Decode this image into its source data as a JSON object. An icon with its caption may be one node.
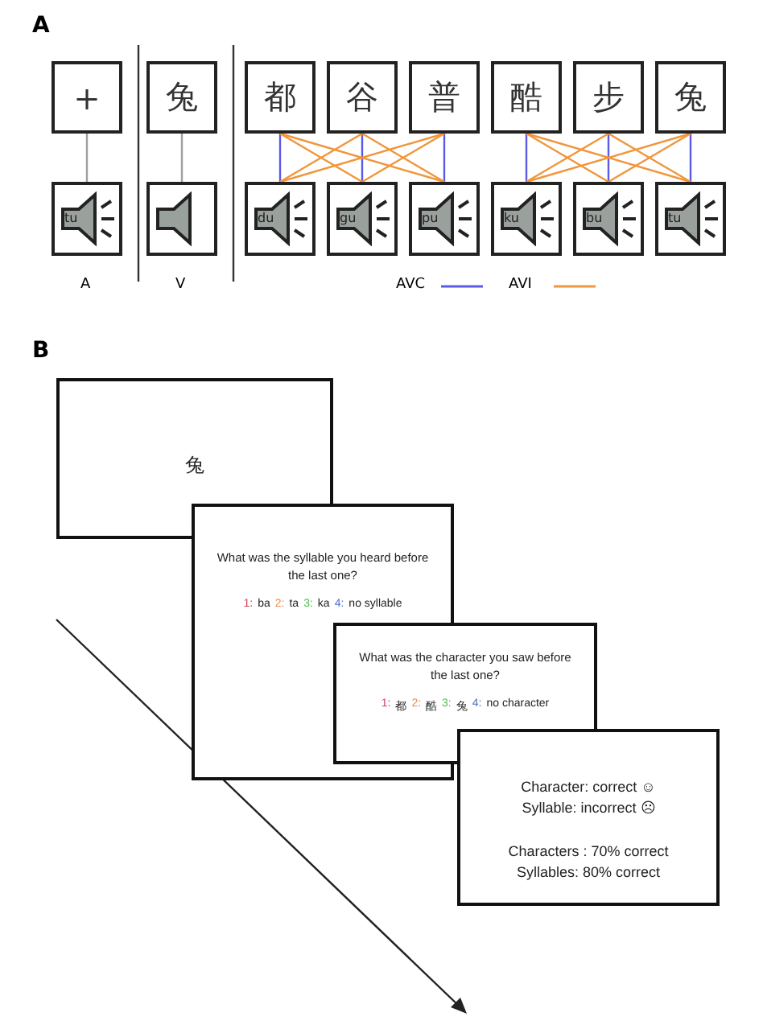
{
  "diagram": {
    "nodes": [
      {
        "text": [
          "+"
        ]
      },
      {
        "text": [
          "兔"
        ]
      },
      {
        "text": [
          "都"
        ]
      },
      {
        "text": [
          "谷"
        ]
      },
      {
        "text": [
          "普"
        ]
      },
      {
        "text": [
          "酷"
        ]
      },
      {
        "text": [
          "步"
        ]
      },
      {
        "text": [
          "兔"
        ]
      },
      {
        "text": [
          "tu"
        ]
      },
      {
        "text": [],
        "shape": "box"
      },
      {
        "text": [
          "du"
        ]
      },
      {
        "text": [
          "gu"
        ]
      },
      {
        "text": [
          "pu"
        ]
      },
      {
        "text": [
          "ku"
        ]
      },
      {
        "text": [
          "bu"
        ]
      },
      {
        "text": [
          "tu"
        ]
      },
      {
        "text": [
          "兔"
        ]
      },
      {
        "text": [
          "What was the syllable you heard before the last one?",
          "1:",
          "ba",
          "2:",
          "ta",
          "3:",
          "ka",
          "4:",
          "no syllable"
        ]
      },
      {
        "text": [
          "What was the character you saw before the last one?",
          "1:",
          "都",
          "2:",
          "酷",
          "3:",
          "兔",
          "4:",
          "no character"
        ]
      },
      {
        "text": [
          "Character: correct ☺",
          "Syllable: incorrect ☹",
          "Characters : 70% correct",
          "Syllables: 80% correct"
        ]
      }
    ],
    "edges": [
      {
        "from": 0,
        "to": 8,
        "arrow": "none",
        "color": "#a0a0a0"
      },
      {
        "from": 1,
        "to": 9,
        "arrow": "none",
        "color": "#a0a0a0"
      },
      {
        "from": 2,
        "to": 10,
        "arrow": "none",
        "color": "#5a5ae6"
      },
      {
        "from": 3,
        "to": 11,
        "arrow": "none",
        "color": "#5a5ae6"
      },
      {
        "from": 4,
        "to": 12,
        "arrow": "none",
        "color": "#5a5ae6"
      },
      {
        "from": 5,
        "to": 13,
        "arrow": "none",
        "color": "#5a5ae6"
      },
      {
        "from": 6,
        "to": 14,
        "arrow": "none",
        "color": "#5a5ae6"
      },
      {
        "from": 7,
        "to": 15,
        "arrow": "none",
        "color": "#5a5ae6"
      },
      {
        "from": 2,
        "to": 11,
        "arrow": "none"
      },
      {
        "from": 2,
        "to": 12,
        "arrow": "none"
      },
      {
        "from": 3,
        "to": 10,
        "arrow": "none"
      },
      {
        "from": 3,
        "to": 12,
        "arrow": "none"
      },
      {
        "from": 4,
        "to": 10,
        "arrow": "none"
      },
      {
        "from": 4,
        "to": 11,
        "arrow": "none"
      },
      {
        "from": 5,
        "to": 14,
        "arrow": "none"
      },
      {
        "from": 5,
        "to": 15,
        "arrow": "none"
      },
      {
        "from": 6,
        "to": 13,
        "arrow": "none"
      },
      {
        "from": 6,
        "to": 15,
        "arrow": "none"
      },
      {
        "from": 7,
        "to": 13,
        "arrow": "none"
      },
      {
        "from": 7,
        "to": 14,
        "arrow": "none"
      }
    ],
    "labels": [
      "A",
      "A",
      "V",
      "B"
    ],
    "legend": [
      {
        "text": "AVC"
      },
      {
        "text": "AVI"
      }
    ]
  }
}
